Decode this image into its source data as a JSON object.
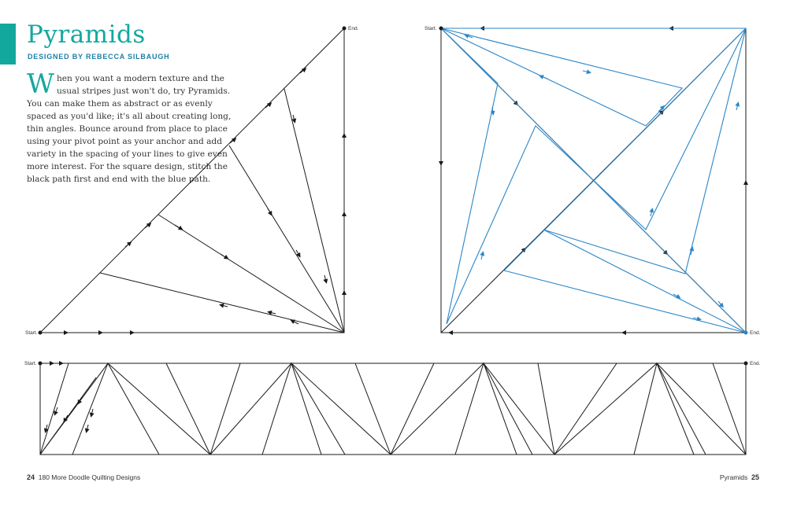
{
  "title": "Pyramids",
  "byline": "DESIGNED BY REBECCA SILBAUGH",
  "intro": {
    "dropcap": "W",
    "text": "hen you want a modern texture and the usual stripes just won't do, try Pyramids. You can make them as abstract or as evenly spaced as you'd like; it's all about creating long, thin angles. Bounce around from place to place using your pivot point as your anchor and add variety in the spacing of your lines to give even more interest. For the square design, stitch the black path first and end with the blue path."
  },
  "labels": {
    "start": "Start.",
    "end": "End."
  },
  "colors": {
    "accent": "#13a89e",
    "byline": "#1c7fa6",
    "blue_path": "#2a86c8",
    "black_path": "#1a1a1a"
  },
  "footer": {
    "left_page_number": "24",
    "left_book_title": "180 More Doodle Quilting Designs",
    "right_section": "Pyramids",
    "right_page_number": "25"
  }
}
